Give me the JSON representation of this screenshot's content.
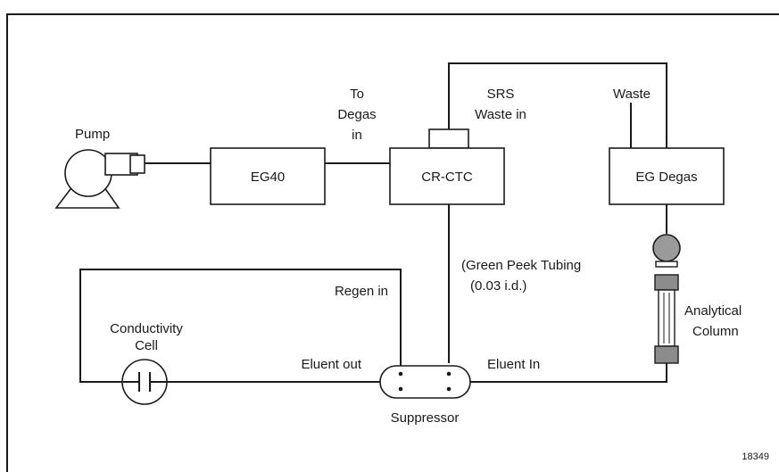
{
  "components": {
    "pump": "Pump",
    "eg40": "EG40",
    "crctc": "CR-CTC",
    "eg_degas": "EG Degas",
    "suppressor": "Suppressor",
    "conductivity_cell": [
      "Conductivity",
      "Cell"
    ],
    "analytical_column": [
      "Analytical",
      "Column"
    ]
  },
  "labels": {
    "to_degas_in": [
      "To",
      "Degas",
      "in"
    ],
    "srs_waste_in": [
      "SRS",
      "Waste in"
    ],
    "waste": "Waste",
    "green_peek_tubing": [
      "(Green Peek Tubing",
      "(0.03 i.d.)"
    ],
    "regen_in": "Regen in",
    "eluent_out": "Eluent out",
    "eluent_in": "Eluent In"
  },
  "figure_number": "18349"
}
